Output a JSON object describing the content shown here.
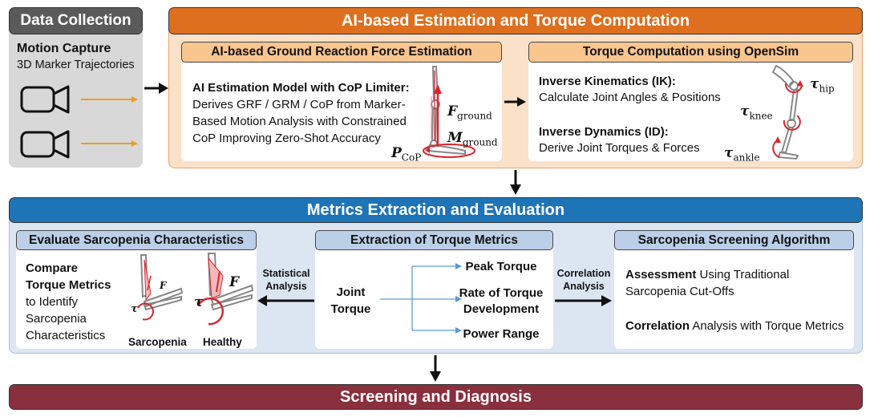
{
  "data_collection": {
    "title": "Data Collection",
    "motion_capture": "Motion Capture",
    "trajectories": "3D Marker Trajectories"
  },
  "top": {
    "title": "AI-based Estimation and Torque Computation",
    "grf_panel": {
      "title": "AI-based Ground Reaction Force Estimation",
      "model_title": "AI Estimation Model with CoP Limiter:",
      "model_desc_1": "Derives GRF / GRM / CoP from Marker-",
      "model_desc_2": "Based Motion Analysis with Constrained",
      "model_desc_3": "CoP Improving Zero-Shot Accuracy",
      "f_ground": "F",
      "f_ground_sub": "ground",
      "m_ground": "M",
      "m_ground_sub": "ground",
      "p_cop": "P",
      "p_cop_sub": "CoP"
    },
    "torque_panel": {
      "title": "Torque Computation using OpenSim",
      "ik_title": "Inverse Kinematics (IK):",
      "ik_desc": "Calculate Joint Angles & Positions",
      "id_title": "Inverse Dynamics (ID):",
      "id_desc": "Derive Joint Torques & Forces",
      "tau": "τ",
      "hip": "hip",
      "knee": "knee",
      "ankle": "ankle"
    }
  },
  "metrics": {
    "title": "Metrics Extraction and Evaluation",
    "evaluate": {
      "title": "Evaluate Sarcopenia Characteristics",
      "line1": "Compare",
      "line2": "Torque Metrics",
      "line3": "to Identify",
      "line4": "Sarcopenia",
      "line5": "Characteristics",
      "sarcopenia": "Sarcopenia",
      "healthy": "Healthy",
      "f": "F",
      "tau": "τ"
    },
    "statistical": {
      "line1": "Statistical",
      "line2": "Analysis"
    },
    "extraction": {
      "title": "Extraction of Torque Metrics",
      "joint1": "Joint",
      "joint2": "Torque",
      "peak": "Peak Torque",
      "rate1": "Rate of Torque",
      "rate2": "Development",
      "power": "Power Range"
    },
    "correlation": {
      "line1": "Correlation",
      "line2": "Analysis"
    },
    "screening": {
      "title": "Sarcopenia Screening Algorithm",
      "assessment_bold": "Assessment",
      "assessment_rest": " Using Traditional",
      "assessment_line2": "Sarcopenia Cut-Offs",
      "correlation_bold": "Correlation",
      "correlation_rest": " Analysis with Torque Metrics"
    }
  },
  "bottom": {
    "title": "Screening and Diagnosis"
  },
  "colors": {
    "gray_header": "#5a5a5a",
    "orange_header": "#dd6f1e",
    "orange_panel": "#fbe1c8",
    "orange_sub": "#f9c68f",
    "blue_header": "#1d74b7",
    "blue_panel": "#dce6f3",
    "blue_sub": "#bccfe9",
    "maroon_header": "#8a2f3d",
    "arrow_orange": "#e8a020",
    "red": "#d9262b"
  }
}
